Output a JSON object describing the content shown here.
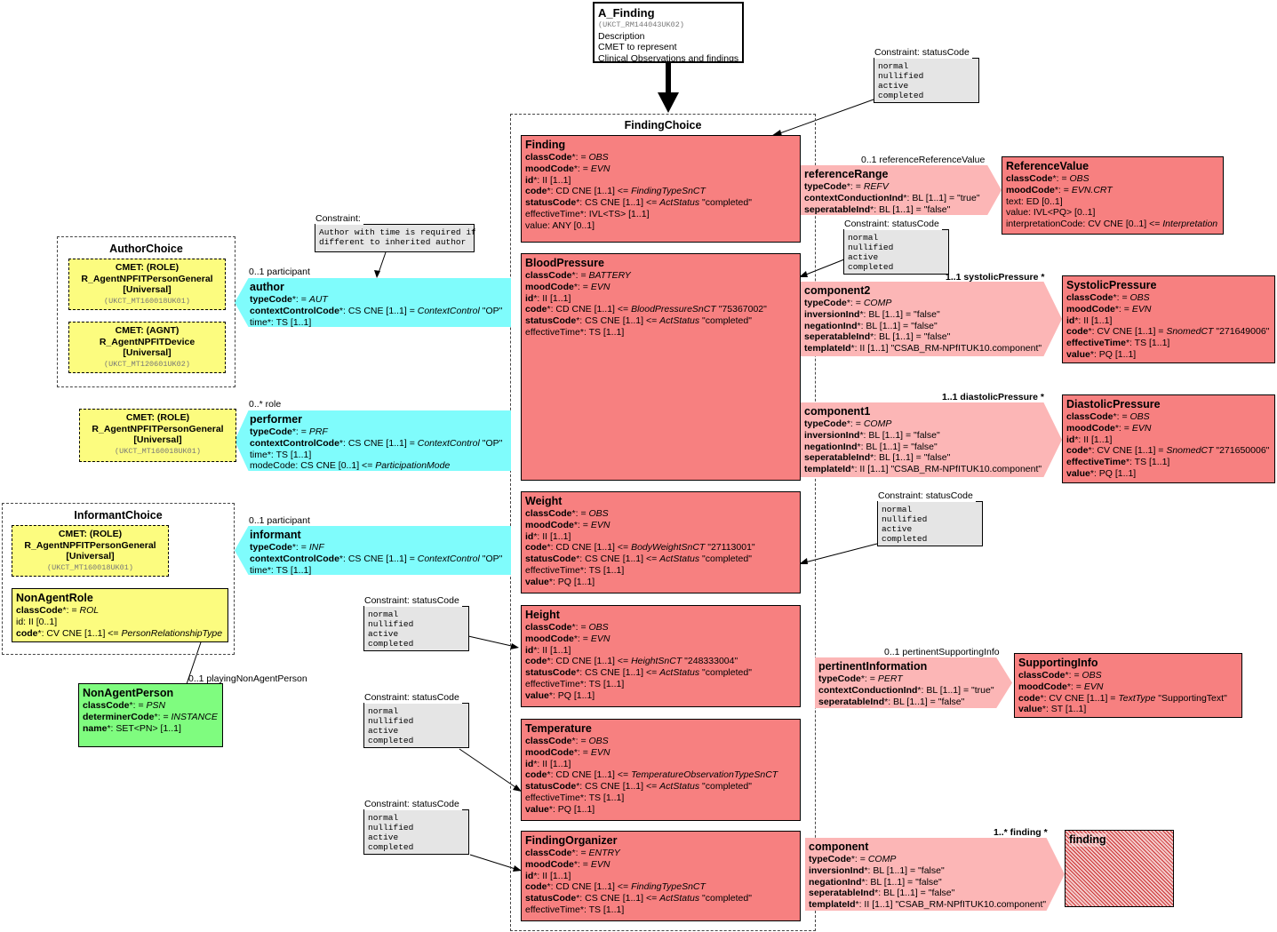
{
  "header": {
    "title": "A_Finding",
    "code": "(UKCT_RM144043UK02)",
    "lines": [
      "Description",
      "CMET to represent",
      "Clinical Observations and findings"
    ]
  },
  "finding_choice": {
    "title": "FindingChoice"
  },
  "constraints": {
    "top_right": {
      "title": "Constraint: statusCode",
      "lines": [
        "normal",
        "nullified",
        "active",
        "completed"
      ]
    },
    "bp_right": {
      "title": "Constraint: statusCode",
      "lines": [
        "normal",
        "nullified",
        "active",
        "completed"
      ]
    },
    "weight_right": {
      "title": "Constraint: statusCode",
      "lines": [
        "normal",
        "nullified",
        "active",
        "completed"
      ]
    },
    "height_left": {
      "title": "Constraint: statusCode",
      "lines": [
        "normal",
        "nullified",
        "active",
        "completed"
      ]
    },
    "temp_left": {
      "title": "Constraint: statusCode",
      "lines": [
        "normal",
        "nullified",
        "active",
        "completed"
      ]
    },
    "org_left": {
      "title": "Constraint: statusCode",
      "lines": [
        "normal",
        "nullified",
        "active",
        "completed"
      ]
    },
    "author_note": {
      "title": "Constraint:",
      "lines": [
        "Author with time is required if",
        "different to inherited author"
      ]
    }
  },
  "classes": {
    "finding": {
      "title": "Finding",
      "lines": [
        "<b>classCode</b>*: = <i>OBS</i>",
        "<b>moodCode</b>*: = <i>EVN</i>",
        "<b>id</b>*: II [1..1]",
        "<b>code</b>*: CD CNE [1..1] &lt;= <i>FindingTypeSnCT</i>",
        "<b>statusCode</b>*: CS CNE [1..1] &lt;= <i>ActStatus</i> \"completed\"",
        "effectiveTime*: IVL&lt;TS&gt; [1..1]",
        "value: ANY [0..1]"
      ]
    },
    "blood_pressure": {
      "title": "BloodPressure",
      "lines": [
        "<b>classCode</b>*: = <i>BATTERY</i>",
        "<b>moodCode</b>*: = <i>EVN</i>",
        "<b>id</b>*: II [1..1]",
        "<b>code</b>*: CD CNE [1..1] &lt;= <i>BloodPressureSnCT</i> \"75367002\"",
        "<b>statusCode</b>*: CS CNE [1..1] &lt;= <i>ActStatus</i> \"completed\"",
        "effectiveTime*: TS [1..1]"
      ]
    },
    "weight": {
      "title": "Weight",
      "lines": [
        "<b>classCode</b>*: = <i>OBS</i>",
        "<b>moodCode</b>*: = <i>EVN</i>",
        "<b>id</b>*: II [1..1]",
        "<b>code</b>*: CD CNE [1..1] &lt;= <i>BodyWeightSnCT</i> \"27113001\"",
        "<b>statusCode</b>*: CS CNE [1..1] &lt;= <i>ActStatus</i> \"completed\"",
        "effectiveTime*: TS [1..1]",
        "<b>value</b>*: PQ [1..1]"
      ]
    },
    "height": {
      "title": "Height",
      "lines": [
        "<b>classCode</b>*: = <i>OBS</i>",
        "<b>moodCode</b>*: = <i>EVN</i>",
        "<b>id</b>*: II [1..1]",
        "<b>code</b>*: CD CNE [1..1] &lt;= <i>HeightSnCT</i> \"248333004\"",
        "<b>statusCode</b>*: CS CNE [1..1] &lt;= <i>ActStatus</i> \"completed\"",
        "effectiveTime*: TS [1..1]",
        "<b>value</b>*: PQ [1..1]"
      ]
    },
    "temperature": {
      "title": "Temperature",
      "lines": [
        "<b>classCode</b>*: = <i>OBS</i>",
        "<b>moodCode</b>*: = <i>EVN</i>",
        "<b>id</b>*: II [1..1]",
        "<b>code</b>*: CD CNE [1..1] &lt;= <i>TemperatureObservationTypeSnCT</i>",
        "<b>statusCode</b>*: CS CNE [1..1] &lt;= <i>ActStatus</i> \"completed\"",
        "effectiveTime*: TS [1..1]",
        "<b>value</b>*: PQ [1..1]"
      ]
    },
    "finding_organizer": {
      "title": "FindingOrganizer",
      "lines": [
        "<b>classCode</b>*: = <i>ENTRY</i>",
        "<b>moodCode</b>*: = <i>EVN</i>",
        "<b>id</b>*: II [1..1]",
        "<b>code</b>*: CD CNE [1..1] &lt;= <i>FindingTypeSnCT</i>",
        "<b>statusCode</b>*: CS CNE [1..1] &lt;= <i>ActStatus</i> \"completed\"",
        "effectiveTime*: TS [1..1]"
      ]
    },
    "reference_range": {
      "title": "referenceRange",
      "lines": [
        "<b>typeCode</b>*: = <i>REFV</i>",
        "<b>contextConductionInd</b>*: BL [1..1] = \"true\"",
        "<b>seperatableInd</b>*: BL [1..1] = \"false\""
      ]
    },
    "reference_value": {
      "title": "ReferenceValue",
      "lines": [
        "<b>classCode</b>*: = <i>OBS</i>",
        "<b>moodCode</b>*: = <i>EVN.CRT</i>",
        "text: ED [0..1]",
        "value: IVL&lt;PQ&gt; [0..1]",
        "interpretationCode: CV CNE [0..1] &lt;= <i>Interpretation</i>"
      ]
    },
    "component2": {
      "title": "component2",
      "lines": [
        "<b>typeCode</b>*: = <i>COMP</i>",
        "<b>inversionInd</b>*: BL [1..1] = \"false\"",
        "<b>negationInd</b>*: BL [1..1] = \"false\"",
        "<b>seperatableInd</b>*: BL [1..1] = \"false\"",
        "<b>templateId</b>*: II [1..1] \"CSAB_RM-NPfITUK10.component\""
      ]
    },
    "systolic": {
      "title": "SystolicPressure",
      "lines": [
        "<b>classCode</b>*: = <i>OBS</i>",
        "<b>moodCode</b>*: = <i>EVN</i>",
        "<b>id</b>*: II [1..1]",
        "<b>code</b>*: CV CNE [1..1] = <i>SnomedCT</i> \"271649006\"",
        "<b>effectiveTime</b>*: TS [1..1]",
        "<b>value</b>*: PQ [1..1]"
      ]
    },
    "component1": {
      "title": "component1",
      "lines": [
        "<b>typeCode</b>*: = <i>COMP</i>",
        "<b>inversionInd</b>*: BL [1..1] = \"false\"",
        "<b>negationInd</b>*: BL [1..1] = \"false\"",
        "<b>seperatableInd</b>*: BL [1..1] = \"false\"",
        "<b>templateId</b>*: II [1..1] \"CSAB_RM-NPfITUK10.component\""
      ]
    },
    "diastolic": {
      "title": "DiastolicPressure",
      "lines": [
        "<b>classCode</b>*: = <i>OBS</i>",
        "<b>moodCode</b>*: = <i>EVN</i>",
        "<b>id</b>*: II [1..1]",
        "<b>code</b>*: CV CNE [1..1] = <i>SnomedCT</i> \"271650006\"",
        "<b>effectiveTime</b>*: TS [1..1]",
        "<b>value</b>*: PQ [1..1]"
      ]
    },
    "pertinent_information": {
      "title": "pertinentInformation",
      "lines": [
        "<b>typeCode</b>*: = <i>PERT</i>",
        "<b>contextConductionInd</b>*: BL [1..1] = \"true\"",
        "<b>seperatableInd</b>*: BL [1..1] = \"false\""
      ]
    },
    "supporting_info": {
      "title": "SupportingInfo",
      "lines": [
        "<b>classCode</b>*: = <i>OBS</i>",
        "<b>moodCode</b>*: = <i>EVN</i>",
        "<b>code</b>*: CV CNE [1..1] = <i>TextType</i> \"SupportingText\"",
        "<b>value</b>*: ST [1..1]"
      ]
    },
    "component": {
      "title": "component",
      "lines": [
        "<b>typeCode</b>*: = <i>COMP</i>",
        "<b>inversionInd</b>*: BL [1..1] = \"false\"",
        "<b>negationInd</b>*: BL [1..1] = \"false\"",
        "<b>seperatableInd</b>*: BL [1..1] = \"false\"",
        "<b>templateId</b>*: II [1..1] \"CSAB_RM-NPfITUK10.component\""
      ]
    },
    "finding_ref": {
      "title": "finding"
    },
    "author": {
      "title": "author",
      "lines": [
        "<b>typeCode</b>*: = <i>AUT</i>",
        "<b>contextControlCode</b>*: CS CNE [1..1] = <i>ContextControl</i> \"OP\"",
        "time*: TS [1..1]"
      ]
    },
    "performer": {
      "title": "performer",
      "lines": [
        "<b>typeCode</b>*: = <i>PRF</i>",
        "<b>contextControlCode</b>*: CS CNE [1..1] = <i>ContextControl</i> \"OP\"",
        "time*: TS [1..1]",
        "modeCode: CS CNE [0..1] &lt;= <i>ParticipationMode</i>"
      ]
    },
    "informant": {
      "title": "informant",
      "lines": [
        "<b>typeCode</b>*: = <i>INF</i>",
        "<b>contextControlCode</b>*: CS CNE [1..1] = <i>ContextControl</i> \"OP\"",
        "time*: TS [1..1]"
      ]
    },
    "non_agent_role": {
      "title": "NonAgentRole",
      "lines": [
        "<b>classCode</b>*: = <i>ROL</i>",
        "id: II [0..1]",
        "<b>code</b>*: CV CNE [1..1] &lt;= <i>PersonRelationshipType</i>"
      ]
    },
    "non_agent_person": {
      "title": "NonAgentPerson",
      "lines": [
        "<b>classCode</b>*: = <i>PSN</i>",
        "<b>determinerCode</b>*: = <i>INSTANCE</i>",
        "<b>name</b>*: SET&lt;PN&gt; [1..1]"
      ]
    }
  },
  "cmets": {
    "author_person": {
      "l1": "CMET: (ROLE)",
      "l2": "R_AgentNPFITPersonGeneral",
      "l3": "[Universal]",
      "code": "(UKCT_MT160018UK01)"
    },
    "author_device": {
      "l1": "CMET: (AGNT)",
      "l2": "R_AgentNPFITDevice",
      "l3": "[Universal]",
      "code": "(UKCT_MT120601UK02)"
    },
    "performer_person": {
      "l1": "CMET: (ROLE)",
      "l2": "R_AgentNPFITPersonGeneral",
      "l3": "[Universal]",
      "code": "(UKCT_MT160018UK01)"
    },
    "informant_person": {
      "l1": "CMET: (ROLE)",
      "l2": "R_AgentNPFITPersonGeneral",
      "l3": "[Universal]",
      "code": "(UKCT_MT160018UK01)"
    }
  },
  "choices": {
    "author": "AuthorChoice",
    "informant": "InformantChoice"
  },
  "labels": {
    "ref_ref_value": "0..1 referenceReferenceValue",
    "systolic": "1..1 systolicPressure  *",
    "diastolic": "1..1 diastolicPressure  *",
    "pertinent": "0..1 pertinentSupportingInfo",
    "finding_many": "1..* finding  *",
    "author_participant": "0..1 participant",
    "performer_role": "0..* role",
    "informant_participant": "0..1 participant",
    "playing": "0..1 playingNonAgentPerson"
  }
}
